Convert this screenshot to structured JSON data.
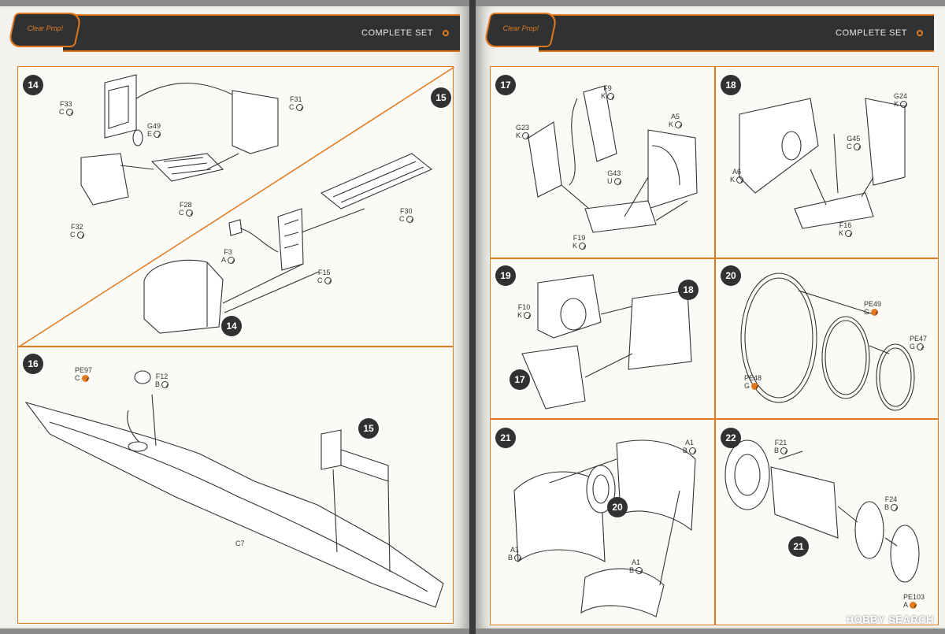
{
  "header": {
    "left_title": "COMPLETE SET",
    "right_title": "COMPLETE SET",
    "logo_text": "Clear Prop!"
  },
  "steps": {
    "s14": "14",
    "s15": "15",
    "s16": "16",
    "s17": "17",
    "s18": "18",
    "s19": "19",
    "s20": "20",
    "s21": "21",
    "s22": "22",
    "r14": "14",
    "r15": "15",
    "r17": "17",
    "r18": "18",
    "r20": "20",
    "r21": "21"
  },
  "parts": {
    "F33": {
      "code": "F33",
      "sprue": "C"
    },
    "F31": {
      "code": "F31",
      "sprue": "C"
    },
    "G49": {
      "code": "G49",
      "sprue": "E"
    },
    "F28": {
      "code": "F28",
      "sprue": "C"
    },
    "F32": {
      "code": "F32",
      "sprue": "C"
    },
    "F30": {
      "code": "F30",
      "sprue": "C"
    },
    "F3": {
      "code": "F3",
      "sprue": "A"
    },
    "F15": {
      "code": "F15",
      "sprue": "C"
    },
    "PE97": {
      "code": "PE97",
      "sprue": "C"
    },
    "F12": {
      "code": "F12",
      "sprue": "B"
    },
    "C7": {
      "code": "C7"
    },
    "F9": {
      "code": "F9",
      "sprue": "K"
    },
    "G23": {
      "code": "G23",
      "sprue": "K"
    },
    "A5": {
      "code": "A5",
      "sprue": "K"
    },
    "G43": {
      "code": "G43",
      "sprue": "U"
    },
    "F19": {
      "code": "F19",
      "sprue": "K"
    },
    "G24": {
      "code": "G24",
      "sprue": "K"
    },
    "G45": {
      "code": "G45",
      "sprue": "C"
    },
    "A6": {
      "code": "A6",
      "sprue": "K"
    },
    "F16": {
      "code": "F16",
      "sprue": "K"
    },
    "F10": {
      "code": "F10",
      "sprue": "K"
    },
    "PE49": {
      "code": "PE49",
      "sprue": "G"
    },
    "PE47": {
      "code": "PE47",
      "sprue": "G"
    },
    "PE48": {
      "code": "PE48",
      "sprue": "G"
    },
    "A1a": {
      "code": "A1",
      "sprue": "B"
    },
    "A1b": {
      "code": "A1",
      "sprue": "B"
    },
    "A1c": {
      "code": "A1",
      "sprue": "B"
    },
    "F21": {
      "code": "F21",
      "sprue": "B"
    },
    "F24": {
      "code": "F24",
      "sprue": "B"
    },
    "PE103": {
      "code": "PE103",
      "sprue": "A"
    }
  },
  "watermark": "HOBBY SEARCH",
  "colors": {
    "accent": "#e07a1f",
    "header": "#2f3133"
  }
}
